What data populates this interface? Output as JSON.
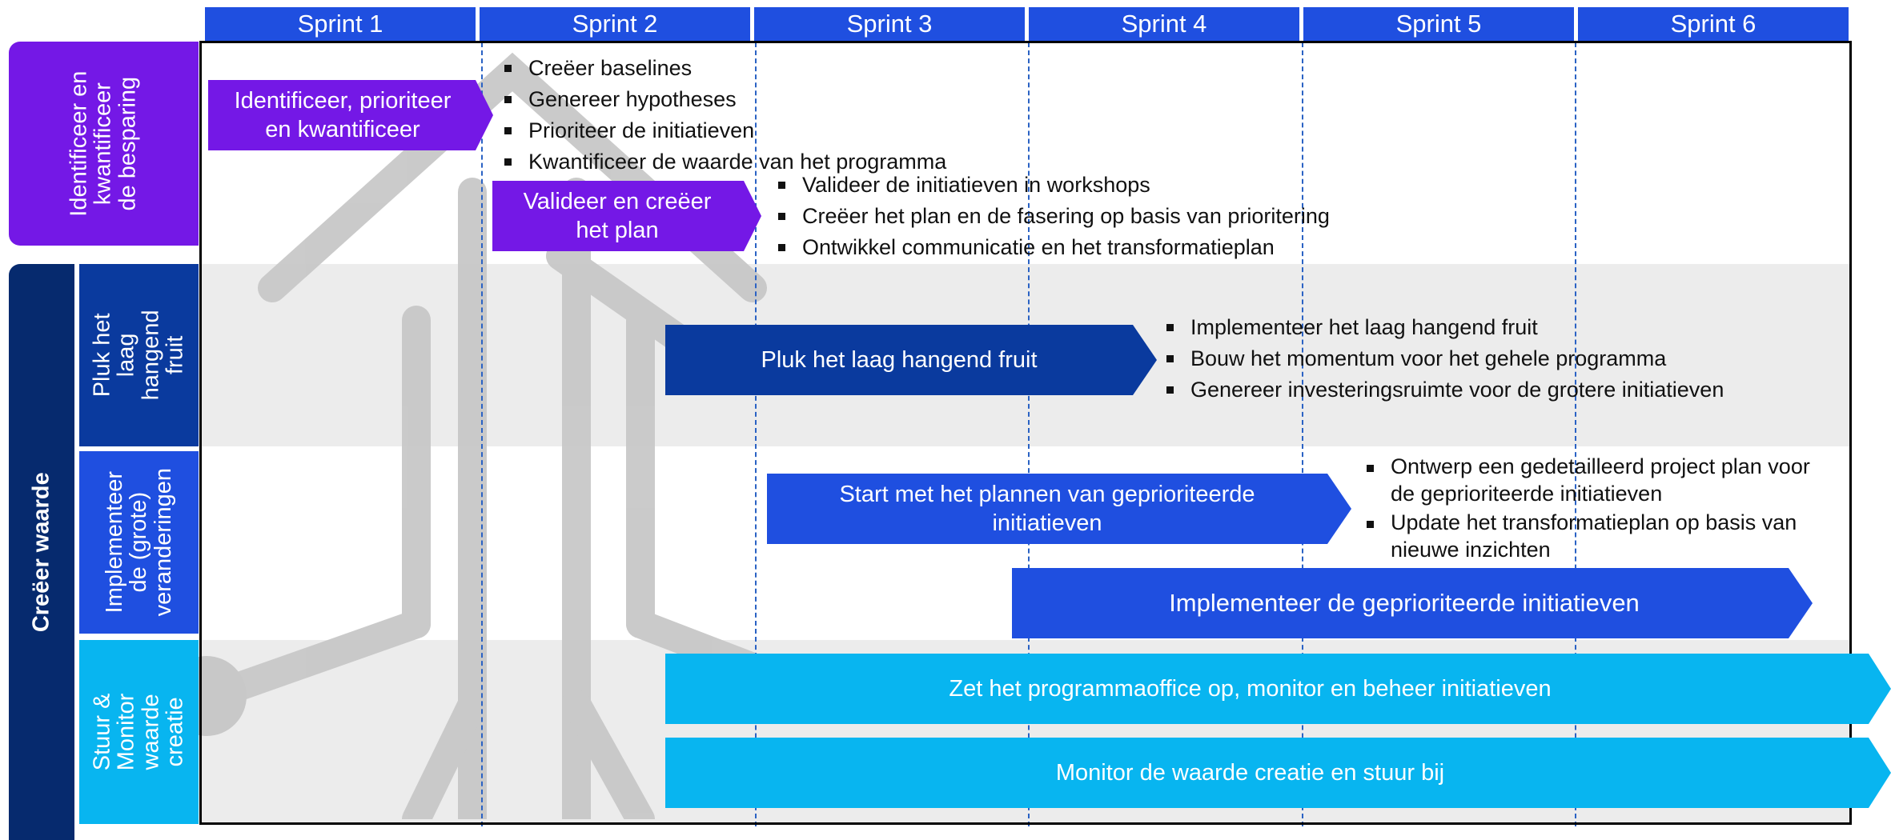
{
  "sprints": [
    "Sprint 1",
    "Sprint 2",
    "Sprint 3",
    "Sprint 4",
    "Sprint 5",
    "Sprint 6"
  ],
  "phases": {
    "identify": "Identificeer en\nkwantificeer\nde besparing",
    "create_value": "Creëer waarde"
  },
  "lanes": {
    "low_hanging": "Pluk het laag\nhangend fruit",
    "implement": "Implementeer\nde (grote)\nveranderingen",
    "steer": "Stuur &\nMonitor waarde\ncreatie"
  },
  "arrows": {
    "identify": "Identificeer, prioriteer\nen kwantificeer",
    "validate": "Valideer en creëer\nhet plan",
    "pick": "Pluk het laag hangend fruit",
    "start_plan": "Start met het plannen van geprioriteerde\ninitiatieven",
    "implement": "Implementeer de geprioriteerde initiatieven",
    "pmo": "Zet het programmaoffice op, monitor en beheer initiatieven",
    "monitor": "Monitor de waarde creatie en stuur bij"
  },
  "bullets": {
    "identify": [
      "Creëer baselines",
      "Genereer hypotheses",
      "Prioriteer de initiatieven",
      "Kwantificeer de waarde van het programma"
    ],
    "validate": [
      "Valideer de initiatieven in workshops",
      "Creëer het plan en de fasering op basis van prioritering",
      "Ontwikkel communicatie en het transformatieplan"
    ],
    "pick": [
      "Implementeer het laag hangend fruit",
      "Bouw het momentum voor het gehele programma",
      "Genereer investeringsruimte voor de grotere initiatieven"
    ],
    "start_plan": [
      "Ontwerp een gedetailleerd project plan voor\nde geprioriteerde initiatieven",
      "Update het transformatieplan op basis van\nnieuwe inzichten"
    ]
  },
  "colors": {
    "header": "#1f4fe0",
    "purple": "#7418e6",
    "navy": "#062a6e",
    "dark_blue": "#0a3a9e",
    "blue": "#1f4fe0",
    "cyan": "#08b5f0",
    "divider": "#2a62c4",
    "watermark": "#c8c8c8"
  }
}
